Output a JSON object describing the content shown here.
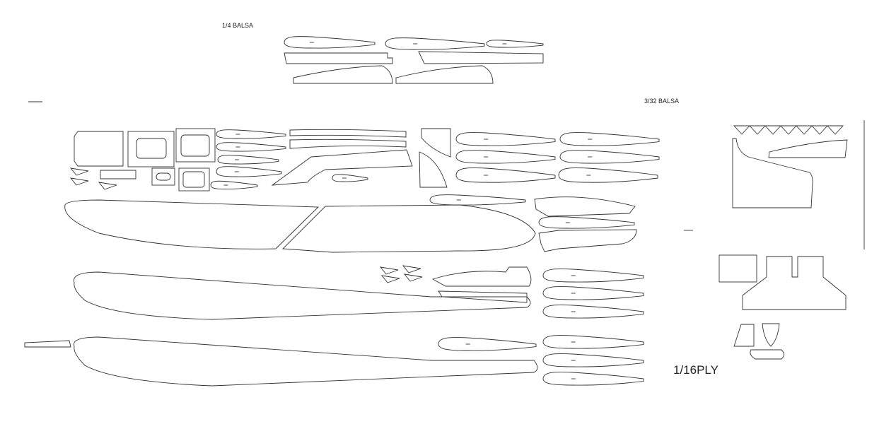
{
  "labels": {
    "quarter_balsa": "1/4 BALSA",
    "three_32_balsa": "3/32 BALSA",
    "ply_1_16": "1/16PLY"
  }
}
